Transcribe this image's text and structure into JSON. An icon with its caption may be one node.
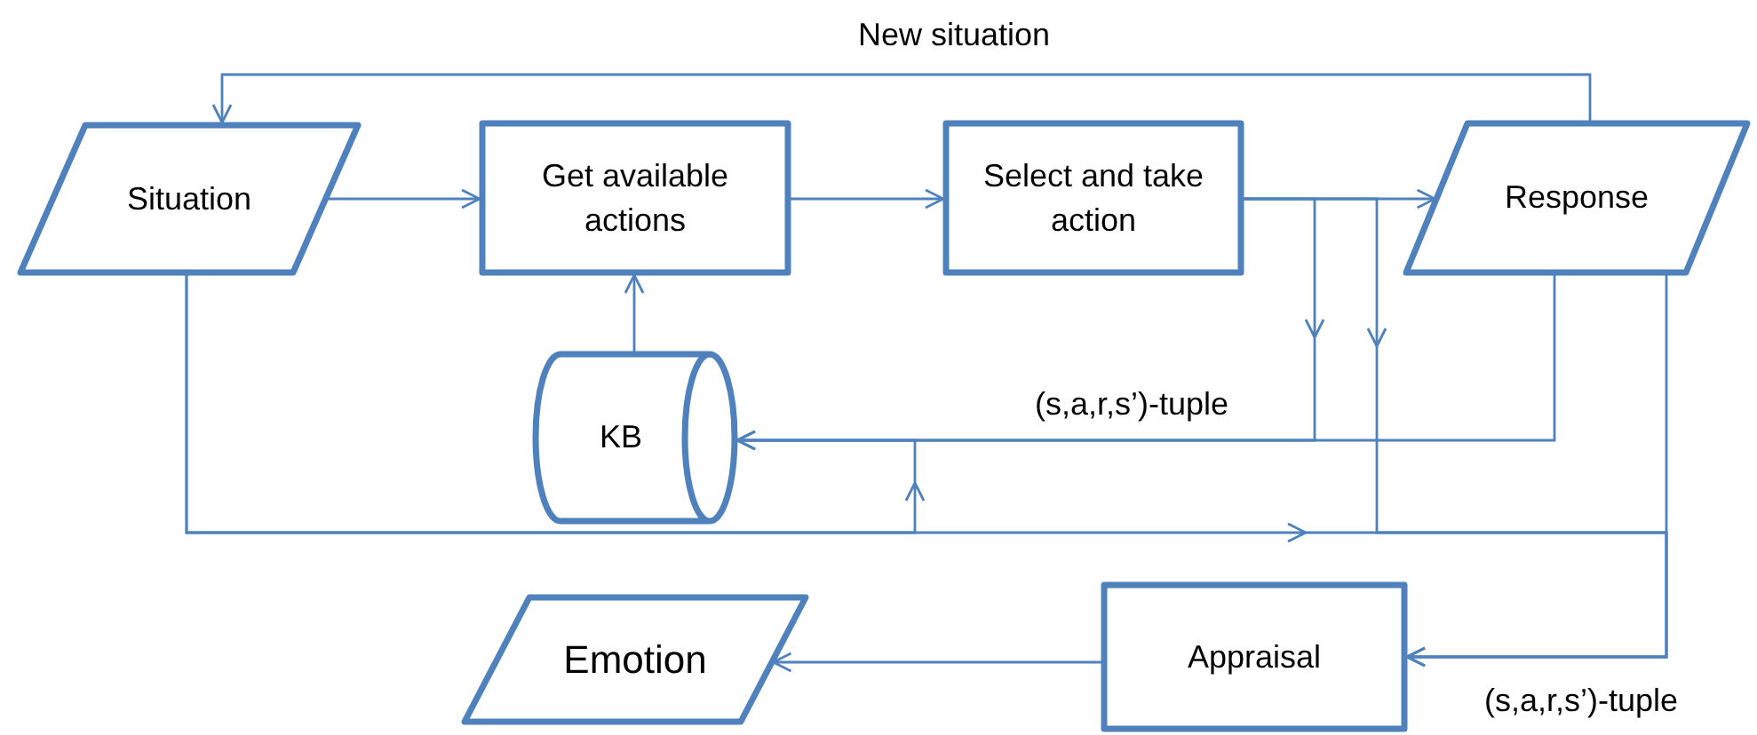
{
  "diagram": {
    "nodes": [
      {
        "text": [
          "Situation"
        ]
      },
      {
        "text": [
          "Get available actions"
        ]
      },
      {
        "text": [
          "Select and take action"
        ]
      },
      {
        "text": [
          "Response"
        ]
      },
      {
        "text": [
          "KB"
        ]
      },
      {
        "text": [
          "Emotion"
        ]
      },
      {
        "text": [
          "Appraisal"
        ]
      }
    ],
    "edges": [
      {
        "from": 0,
        "to": 1,
        "arrow": "to"
      },
      {
        "from": 1,
        "to": 2,
        "arrow": "to"
      },
      {
        "from": 2,
        "to": 3,
        "arrow": "to"
      },
      {
        "from": 3,
        "to": 0,
        "arrow": "to",
        "label": "New situation"
      },
      {
        "from": 4,
        "to": 1,
        "arrow": "to"
      },
      {
        "from": 2,
        "to": 4,
        "arrow": "to"
      },
      {
        "from": 3,
        "to": 4,
        "arrow": "to",
        "label": "(s,a,r,s’)-tuple"
      },
      {
        "from": 0,
        "to": 4,
        "arrow": "to"
      },
      {
        "from": 0,
        "to": 6,
        "arrow": "to"
      },
      {
        "from": 2,
        "to": 6,
        "arrow": "to"
      },
      {
        "from": 3,
        "to": 6,
        "arrow": "to",
        "label": "(s,a,r,s’)-tuple"
      },
      {
        "from": 6,
        "to": 5,
        "arrow": "to"
      }
    ]
  }
}
